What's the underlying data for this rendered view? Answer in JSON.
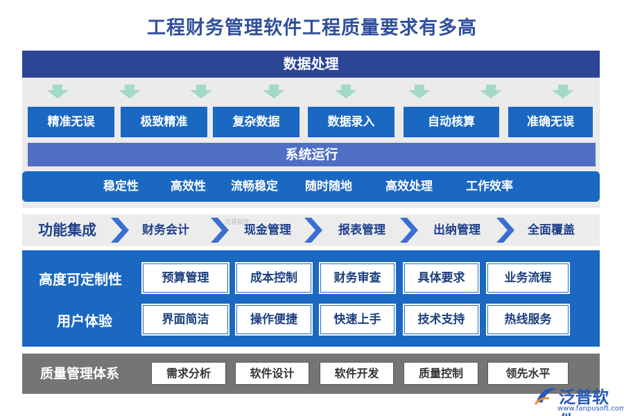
{
  "title": "工程财务管理软件工程质量要求有多高",
  "data_processing": {
    "header": "数据处理",
    "items": [
      "精准无误",
      "极致精准",
      "复杂数据",
      "数据录入",
      "自动核算",
      "准确无误"
    ]
  },
  "system_running": {
    "header": "系统运行",
    "items": [
      "稳定性",
      "高效性",
      "流畅稳定",
      "随时随地",
      "高效处理",
      "工作效率"
    ]
  },
  "function_flow": [
    "功能集成",
    "财务会计",
    "现金管理",
    "报表管理",
    "出纳管理",
    "全面覆盖"
  ],
  "customization": {
    "label": "高度可定制性",
    "items": [
      "预算管理",
      "成本控制",
      "财务审查",
      "具体要求",
      "业务流程"
    ]
  },
  "user_experience": {
    "label": "用户体验",
    "items": [
      "界面简洁",
      "操作便捷",
      "快速上手",
      "技术支持",
      "热线服务"
    ]
  },
  "quality_system": {
    "label": "质量管理体系",
    "items": [
      "需求分析",
      "软件设计",
      "软件开发",
      "质量控制",
      "领先水平"
    ]
  },
  "watermark": "泛普软件",
  "logo": {
    "name": "泛普软件",
    "url": "www.fanpusoft.com"
  },
  "colors": {
    "dark_blue": "#2c4594",
    "box_blue": "#1a68c2",
    "mid_blue": "#4f6fc4",
    "arrow_green": "#a3d9c9",
    "chevron_blue": "#3a6fd0",
    "gray": "#757575"
  }
}
